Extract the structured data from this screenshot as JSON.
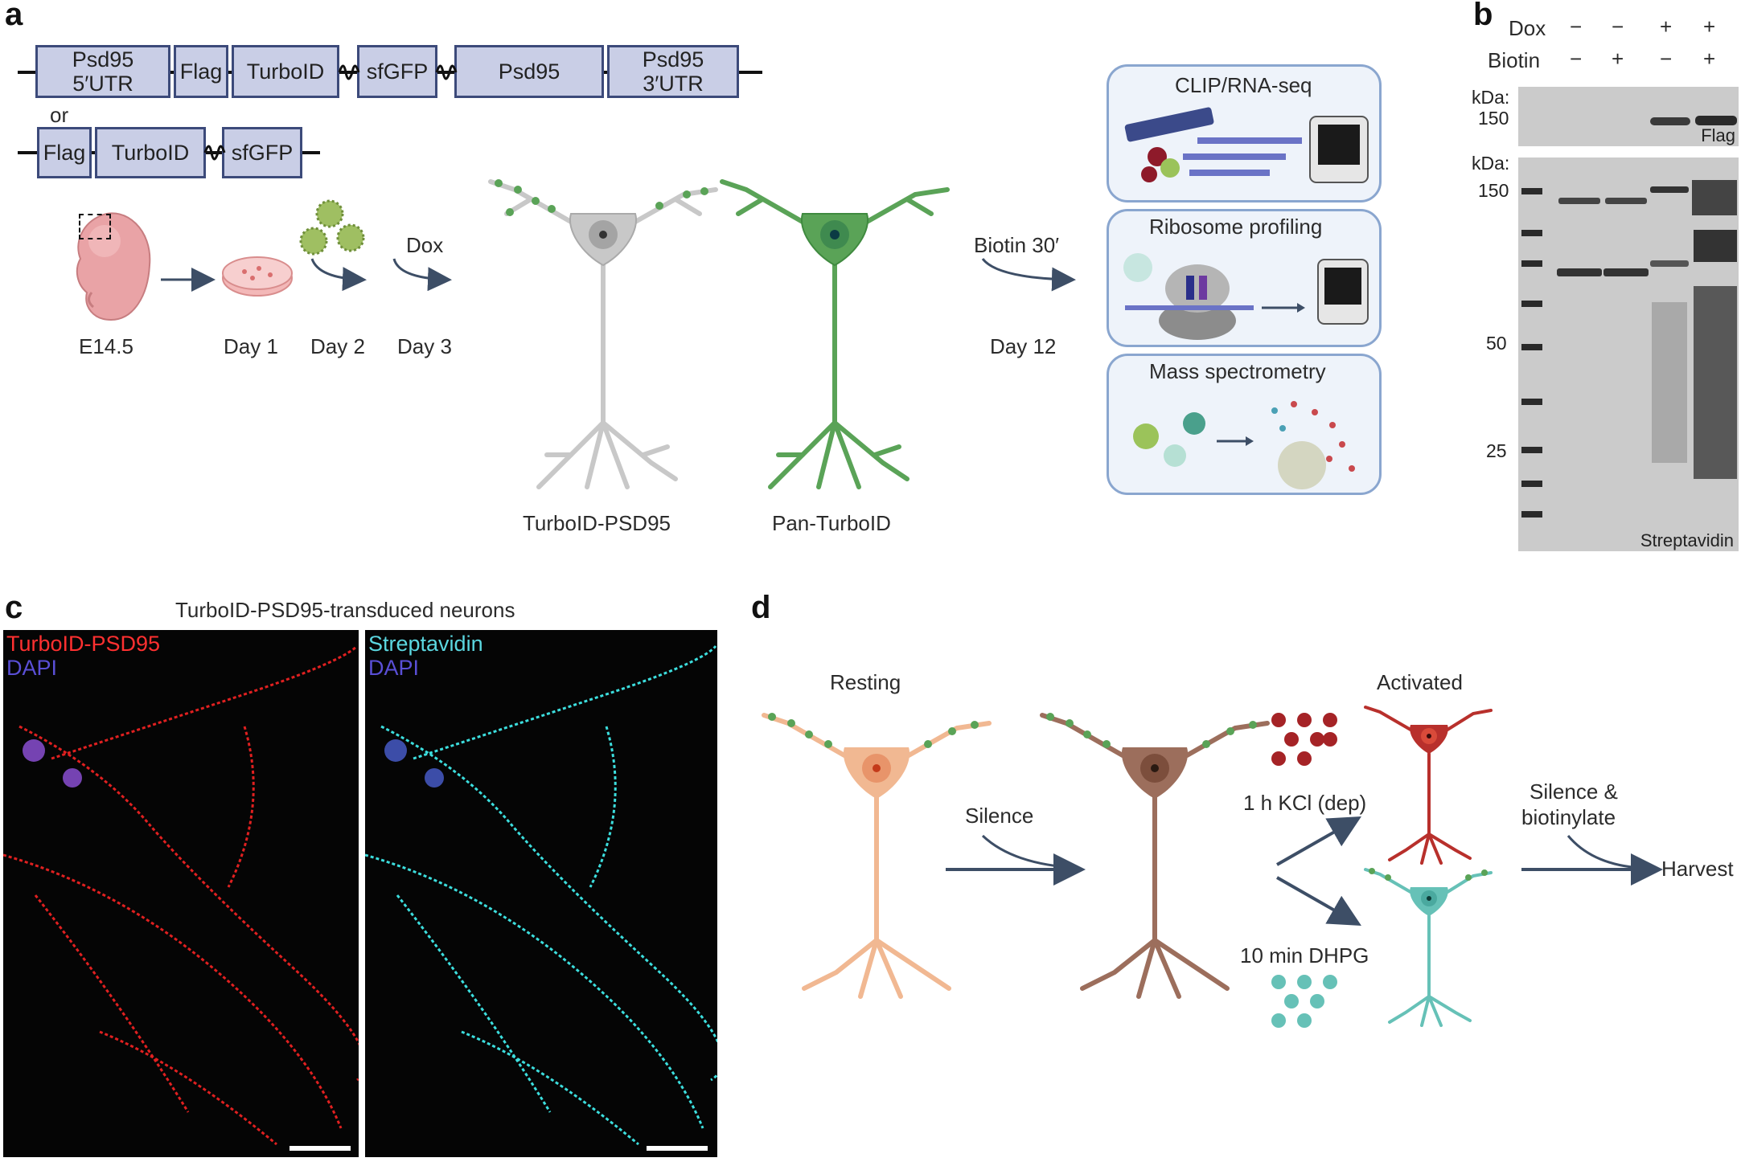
{
  "panels": {
    "a": "a",
    "b": "b",
    "c": "c",
    "d": "d"
  },
  "a": {
    "construct1": [
      "Psd95\n5′UTR",
      "Flag",
      "TurboID",
      "sfGFP",
      "Psd95",
      "Psd95\n3′UTR"
    ],
    "or": "or",
    "construct2": [
      "Flag",
      "TurboID",
      "sfGFP"
    ],
    "timeline": {
      "e": "E14.5",
      "d1": "Day 1",
      "d2": "Day 2",
      "d3": "Day 3",
      "dox": "Dox",
      "biotin": "Biotin 30′",
      "d12": "Day 12"
    },
    "neurons": {
      "left": "TurboID-PSD95",
      "right": "Pan-TurboID"
    },
    "assays": [
      "CLIP/RNA-seq",
      "Ribosome profiling",
      "Mass spectrometry"
    ]
  },
  "b": {
    "dox_label": "Dox",
    "biotin_label": "Biotin",
    "dox": [
      "−",
      "−",
      "+",
      "+"
    ],
    "biotin": [
      "−",
      "+",
      "−",
      "+"
    ],
    "kda1": "kDa:",
    "kda1_150": "150",
    "flag": "Flag",
    "kda2": "kDa:",
    "m150": "150",
    "m50": "50",
    "m25": "25",
    "strep": "Streptavidin"
  },
  "c": {
    "title": "TurboID-PSD95-transduced neurons",
    "left1": "TurboID-PSD95",
    "left2": "DAPI",
    "right1": "Streptavidin",
    "right2": "DAPI"
  },
  "d": {
    "resting": "Resting",
    "silence": "Silence",
    "activated": "Activated",
    "kcl": "1 h KCl (dep)",
    "dhpg": "10 min DHPG",
    "silbio1": "Silence &",
    "silbio2": "biotinylate",
    "harvest": "Harvest"
  },
  "colors": {
    "box_fill": "#c9cee6",
    "box_stroke": "#3c4a7a",
    "arrow": "#3d4e66",
    "neuron_grey": "#c8c8c8",
    "neuron_green": "#5aa357",
    "neuron_peach": "#f1b892",
    "neuron_brown": "#9c6e5c",
    "neuron_red": "#b8302c",
    "neuron_teal": "#66c1b7",
    "red_signal": "#ff2a2a",
    "cyan_signal": "#45e0e0",
    "dapi": "#6f5bd6"
  }
}
